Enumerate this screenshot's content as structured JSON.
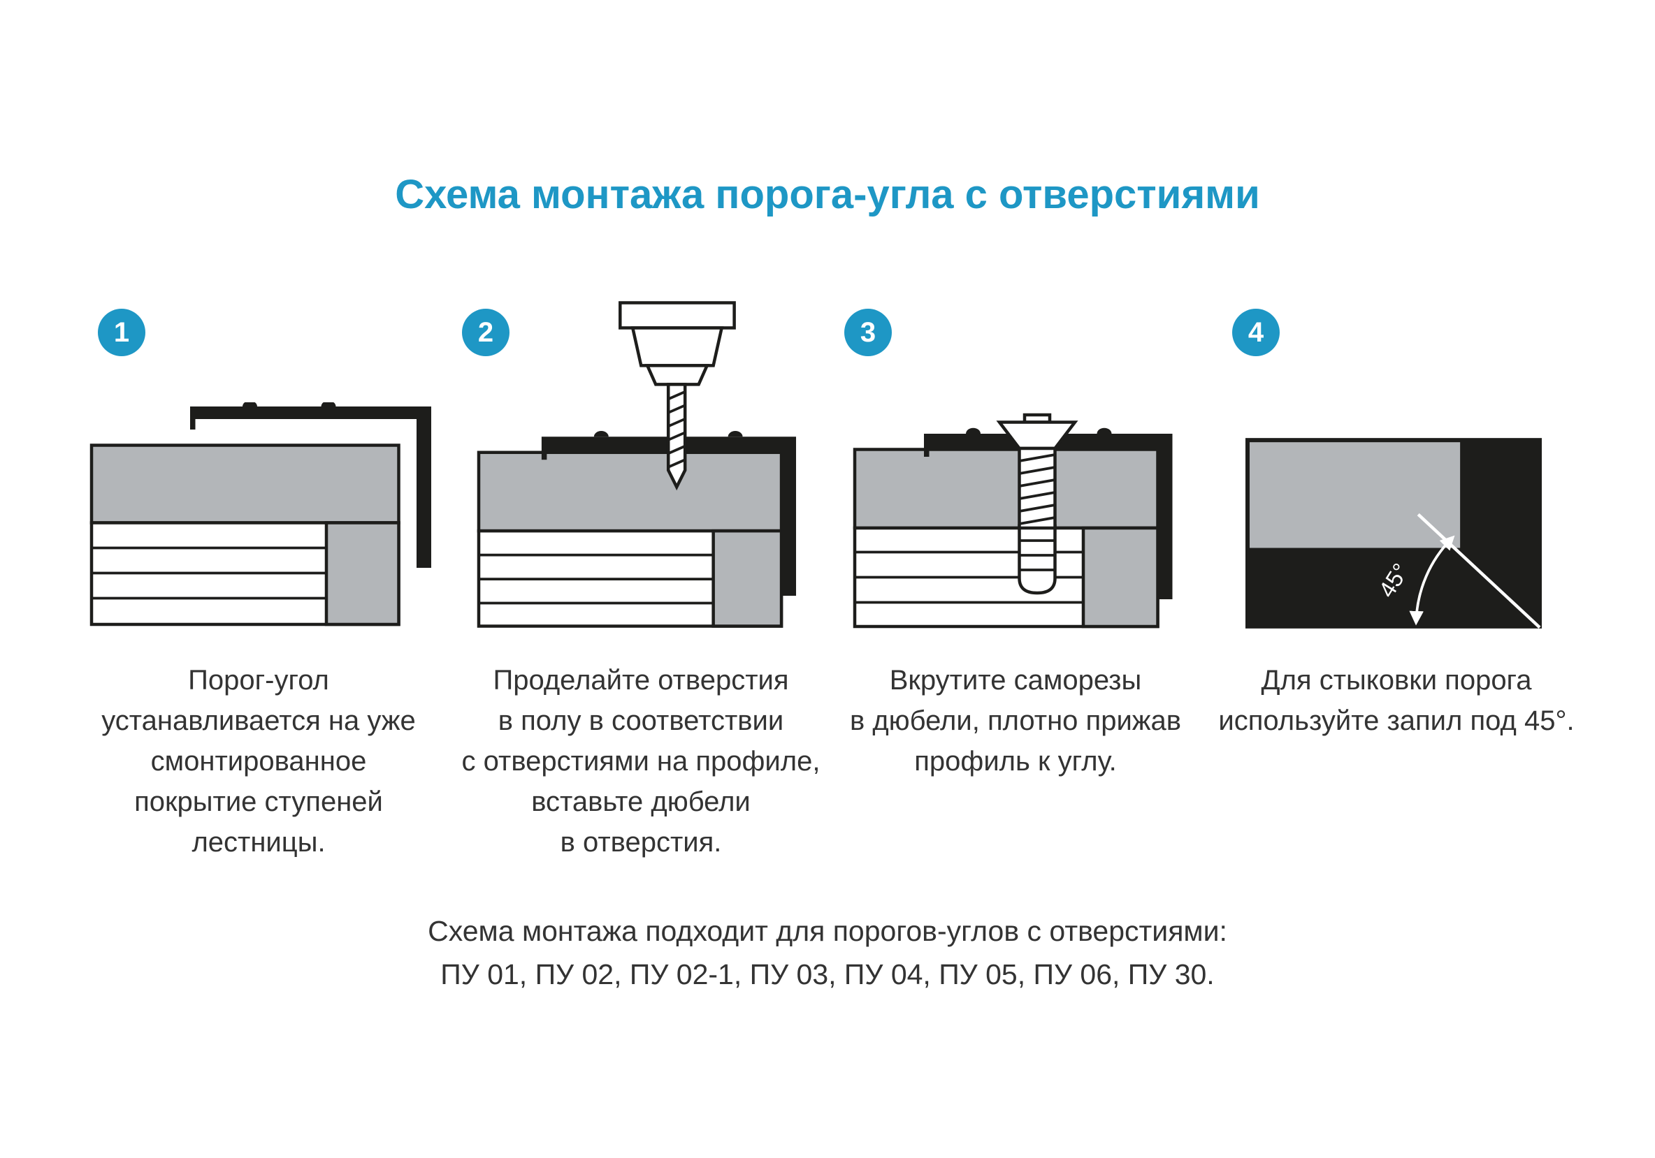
{
  "colors": {
    "accent": "#1e97c5",
    "text": "#333333",
    "diagram_gray": "#b3b6b9",
    "diagram_dark": "#1d1d1b",
    "background": "#ffffff"
  },
  "title": "Схема монтажа порога-угла с отверстиями",
  "steps": [
    {
      "number": "1",
      "illustration": "corner-profile-placed-on-stair-step",
      "caption": [
        "Порог-угол",
        "устанавливается на уже",
        "смонтированное",
        "покрытие ступеней",
        "лестницы."
      ]
    },
    {
      "number": "2",
      "illustration": "drill-making-holes-through-profile",
      "caption": [
        "Проделайте отверстия",
        "в полу в соответствии",
        "с отверстиями на профиле,",
        "вставьте дюбели",
        "в отверстия."
      ]
    },
    {
      "number": "3",
      "illustration": "screw-driven-into-dowel",
      "caption": [
        "Вкрутите саморезы",
        "в дюбели, плотно прижав",
        "профиль к углу."
      ]
    },
    {
      "number": "4",
      "illustration": "45-degree-miter-joint",
      "angle_label": "45°",
      "caption": [
        "Для стыковки порога",
        "используйте запил под 45°."
      ]
    }
  ],
  "footer": {
    "lines": [
      "Схема монтажа подходит для порогов-углов с отверстиями:",
      "ПУ 01, ПУ 02, ПУ 02-1, ПУ 03, ПУ 04, ПУ 05, ПУ 06, ПУ 30."
    ]
  }
}
